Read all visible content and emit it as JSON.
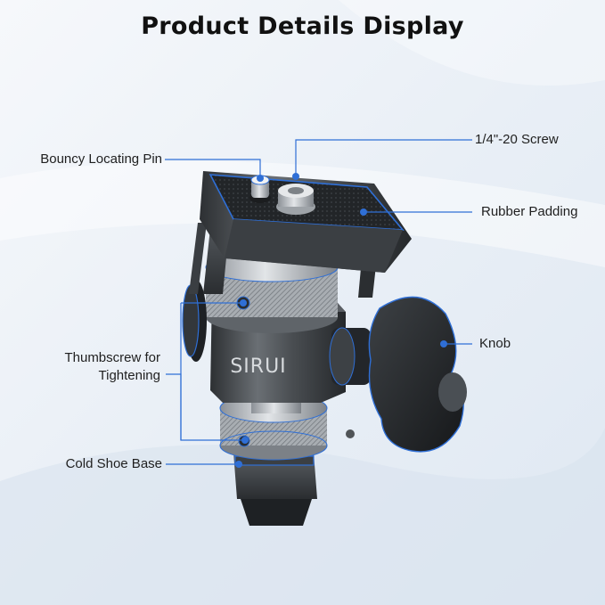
{
  "title": "Product Details Display",
  "brand": "SIRUI",
  "accent_color": "#2f6fd6",
  "callouts": {
    "screw": "1/4\"-20 Screw",
    "pin": "Bouncy Locating Pin",
    "padding": "Rubber Padding",
    "knob": "Knob",
    "thumbscrew_line1": "Thumbscrew for",
    "thumbscrew_line2": "Tightening",
    "base": "Cold Shoe Base"
  }
}
